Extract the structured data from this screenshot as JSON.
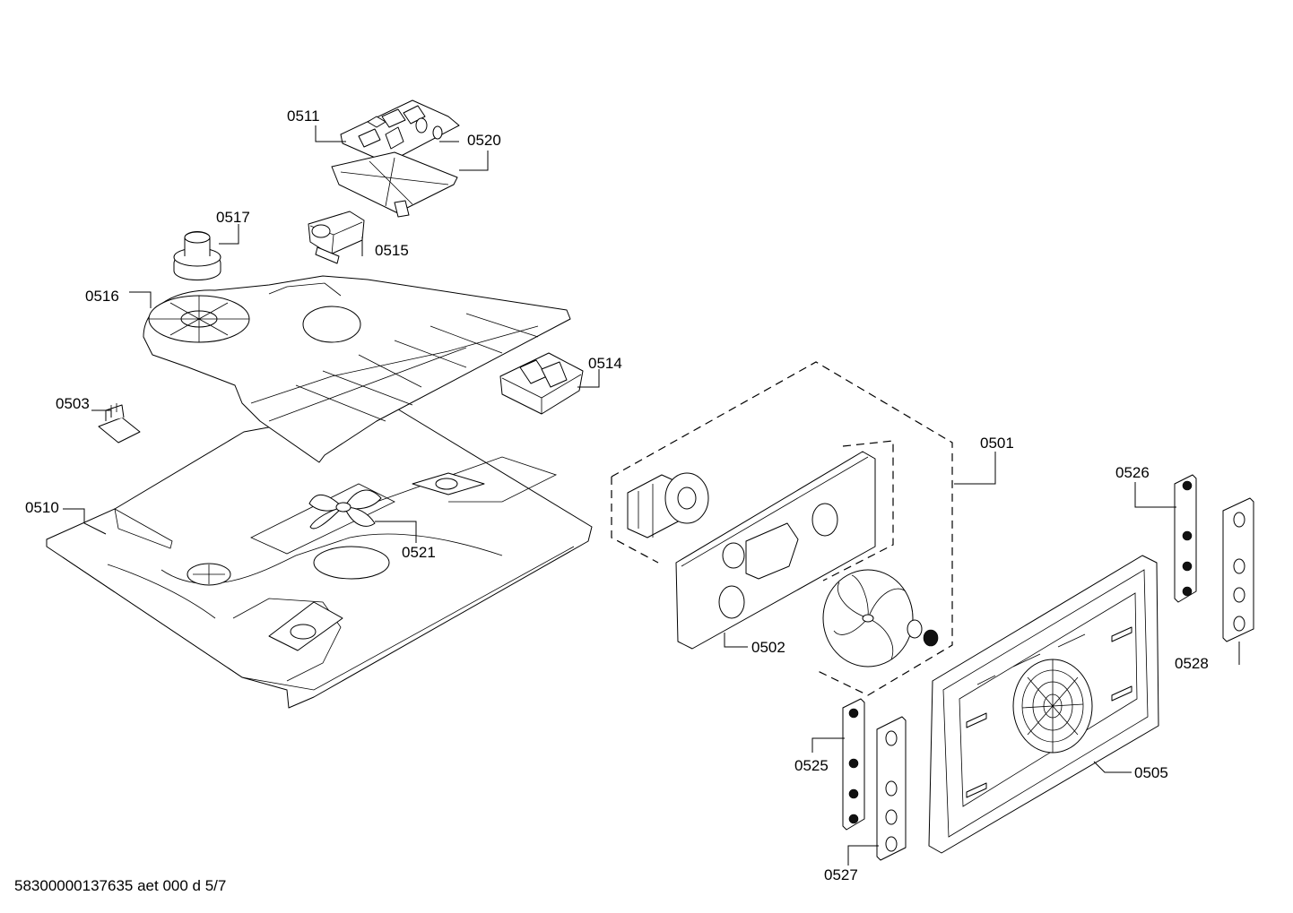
{
  "labels": {
    "p0501": "0501",
    "p0502": "0502",
    "p0503": "0503",
    "p0505": "0505",
    "p0510": "0510",
    "p0511": "0511",
    "p0514": "0514",
    "p0515": "0515",
    "p0516": "0516",
    "p0517": "0517",
    "p0520": "0520",
    "p0521": "0521",
    "p0525": "0525",
    "p0526": "0526",
    "p0527": "0527",
    "p0528": "0528"
  },
  "footer": "58300000137635 aet 000 d 5/7"
}
